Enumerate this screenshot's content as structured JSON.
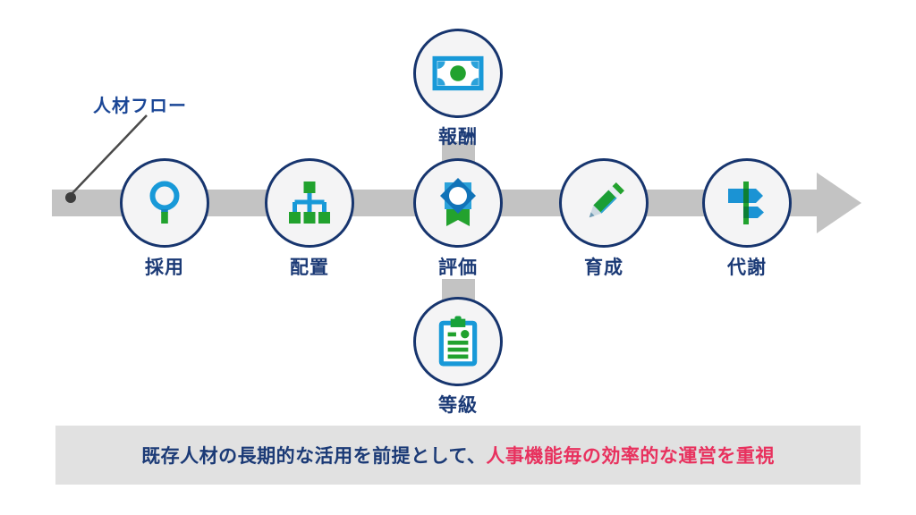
{
  "flow_label": "人材フロー",
  "steps": [
    {
      "label": "採用",
      "icon": "magnifier-icon"
    },
    {
      "label": "配置",
      "icon": "org-chart-icon"
    },
    {
      "label": "評価",
      "icon": "award-ribbon-icon"
    },
    {
      "label": "育成",
      "icon": "pencil-icon"
    },
    {
      "label": "代謝",
      "icon": "signpost-icon"
    }
  ],
  "branches": {
    "top": {
      "label": "報酬",
      "icon": "banknote-icon"
    },
    "bottom": {
      "label": "等級",
      "icon": "clipboard-icon"
    }
  },
  "banner": {
    "text_blue": "既存人材の長期的な活用を前提として、",
    "text_red": "人事機能毎の効率的な運営を重視"
  },
  "colors": {
    "navy": "#1b3a76",
    "flow_label_blue": "#1a4696",
    "icon_blue": "#1899d8",
    "icon_blue_dark": "#1173b8",
    "icon_green": "#21a22e",
    "arrow_gray": "#c3c3c3",
    "banner_bg": "#e1e1e1",
    "highlight_red": "#e8315e"
  }
}
